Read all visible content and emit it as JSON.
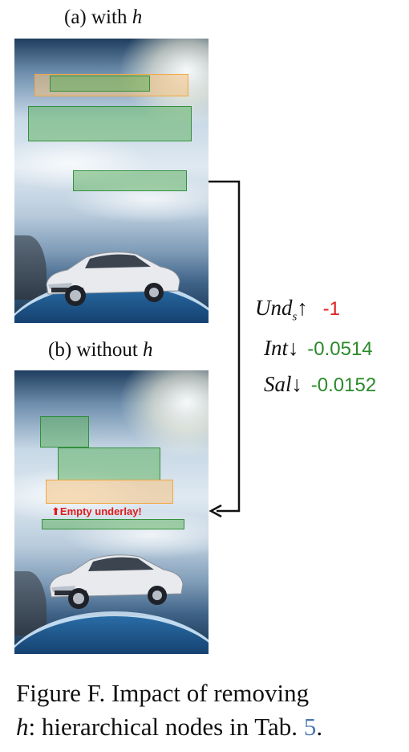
{
  "panel_a": {
    "label_prefix": "(a) with ",
    "label_var": "h"
  },
  "panel_b": {
    "label_prefix": "(b) without ",
    "label_var": "h",
    "warning_arrow": "⬆",
    "warning_text": "Empty underlay!"
  },
  "metrics": [
    {
      "name": "Und",
      "subscript": "s",
      "arrow": "↑",
      "value": "-1",
      "color": "#e02020"
    },
    {
      "name": "Int",
      "subscript": "",
      "arrow": "↓",
      "value": "-0.0514",
      "color": "#2a8a2a"
    },
    {
      "name": "Sal",
      "subscript": "",
      "arrow": "↓",
      "value": "-0.0152",
      "color": "#2a8a2a"
    }
  ],
  "caption": {
    "line1": "Figure F.  Impact of removing",
    "line2_var": "h",
    "line2_text": ": hierarchical nodes in Tab. ",
    "line2_ref": "5",
    "line2_end": "."
  },
  "colors": {
    "green_box": "#5aaf5a",
    "orange_box": "#f5c382",
    "warning": "#e01b1b",
    "link": "#4a78b0"
  }
}
